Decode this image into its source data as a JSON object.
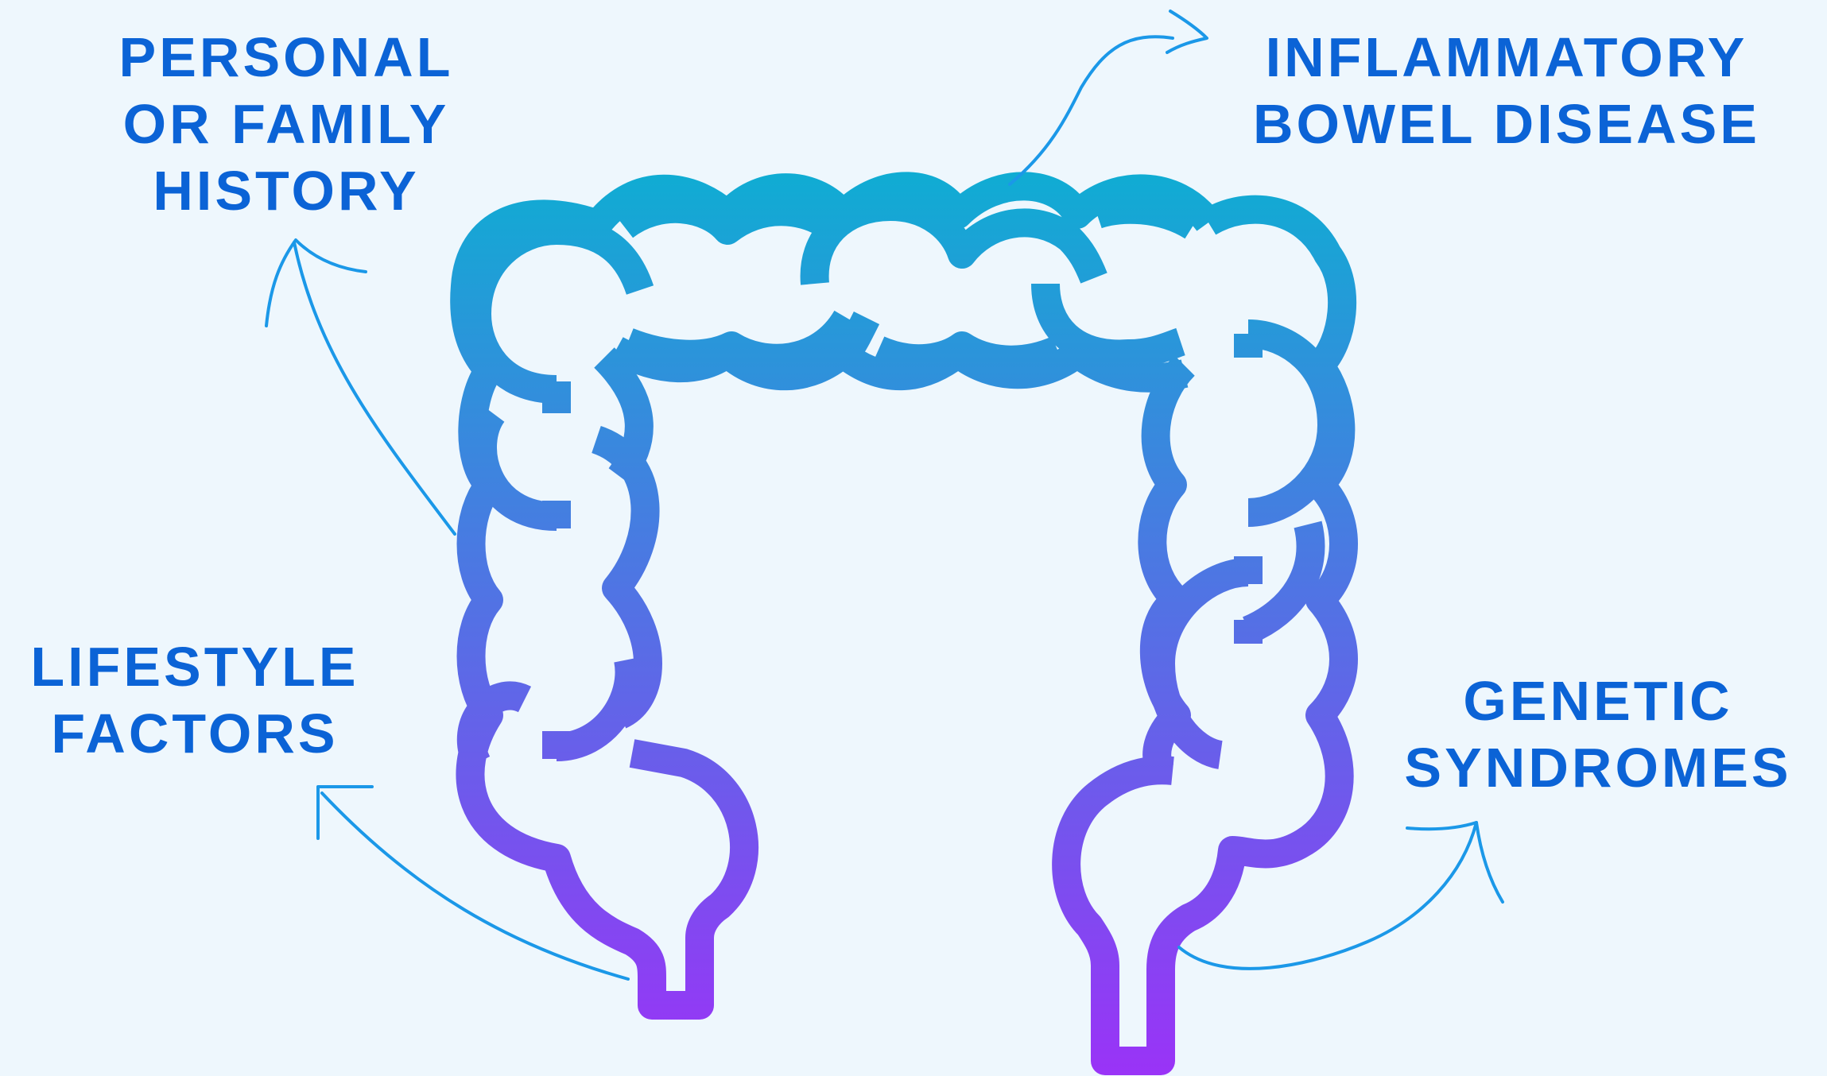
{
  "labels": {
    "history": [
      "PERSONAL",
      "OR FAMILY",
      "HISTORY"
    ],
    "ibd": [
      "INFLAMMATORY",
      "BOWEL DISEASE"
    ],
    "lifestyle": [
      "LIFESTYLE",
      "FACTORS"
    ],
    "genetic": [
      "GENETIC",
      "SYNDROMES"
    ]
  },
  "colors": {
    "text": "#0b63d6",
    "arrow": "#1b98e8",
    "gradient_top": "#10acd3",
    "gradient_bottom": "#9a33f7",
    "background": "#eef7fd"
  },
  "icons": [
    "colon-icon",
    "arrow-icon"
  ]
}
